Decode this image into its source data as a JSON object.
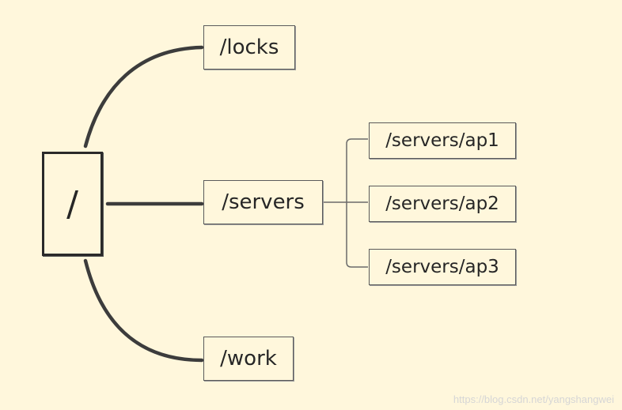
{
  "diagram": {
    "root": "/",
    "children": [
      "/locks",
      "/servers",
      "/work"
    ],
    "servers_children": [
      "/servers/ap1",
      "/servers/ap2",
      "/servers/ap3"
    ]
  },
  "watermark": "https://blog.csdn.net/yangshangwei",
  "colors": {
    "background": "#fff7dc",
    "thick_line": "#3c3c3c",
    "thin_line": "#6a6a6a"
  }
}
